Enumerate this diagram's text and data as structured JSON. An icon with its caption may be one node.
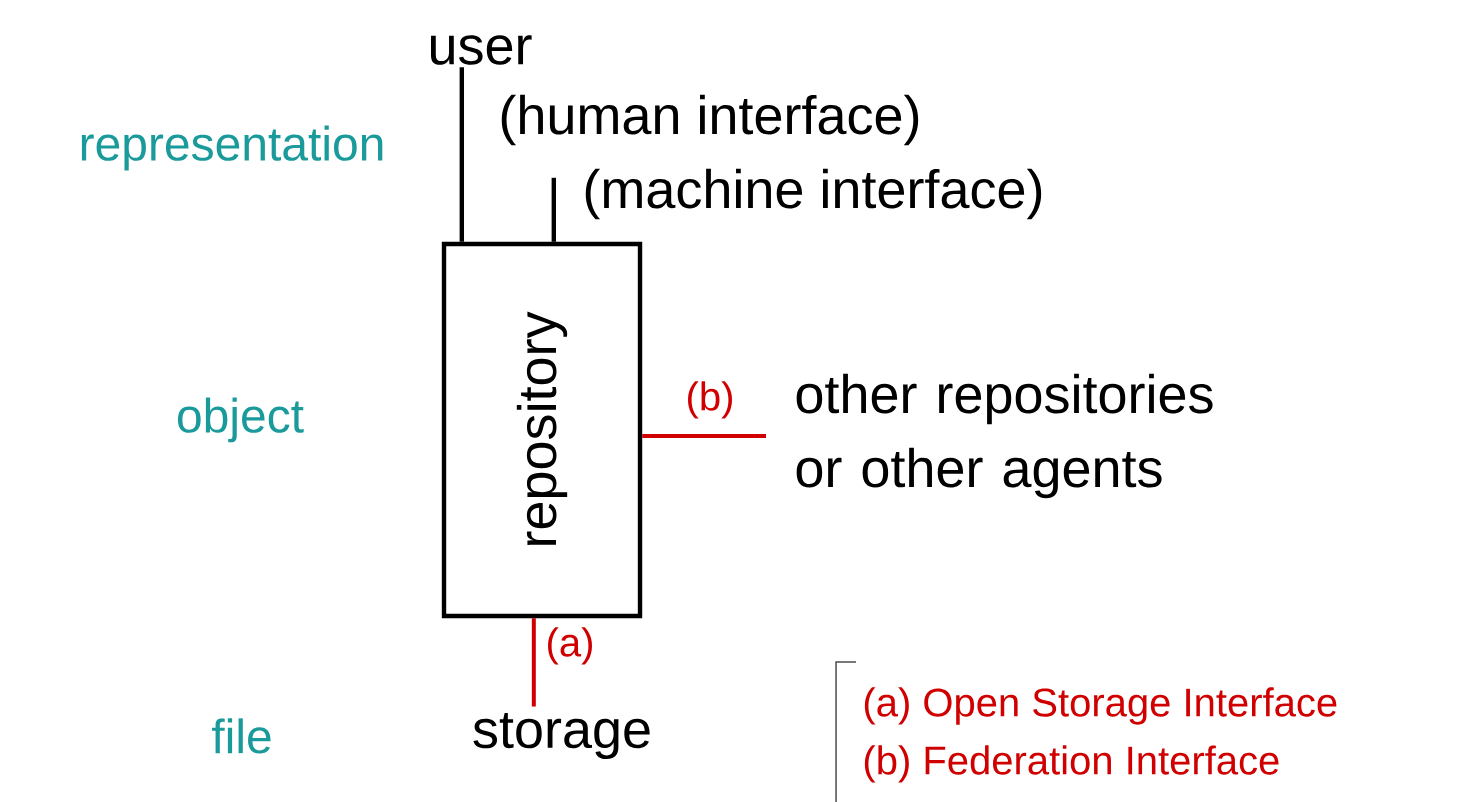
{
  "diagram": {
    "nodes": [
      {
        "text": [
          "user"
        ]
      },
      {
        "text": [
          "repository"
        ]
      },
      {
        "text": [
          "other repositories or other agents"
        ]
      },
      {
        "text": [
          "storage"
        ]
      }
    ],
    "edges": [
      {
        "from": 1,
        "to": 0,
        "arrow": "none",
        "label": "(human interface)"
      },
      {
        "from": 1,
        "to": null,
        "arrow": "none",
        "label": "(machine interface)"
      },
      {
        "from": 1,
        "to": 2,
        "arrow": "none",
        "label": "(b)",
        "color": "#d00000"
      },
      {
        "from": 1,
        "to": 3,
        "arrow": "none",
        "label": "(a)",
        "color": "#d00000"
      }
    ],
    "labels": [
      "representation",
      "object",
      "file",
      "(a) Open Storage Interface",
      "(b) Federation Interface"
    ]
  }
}
